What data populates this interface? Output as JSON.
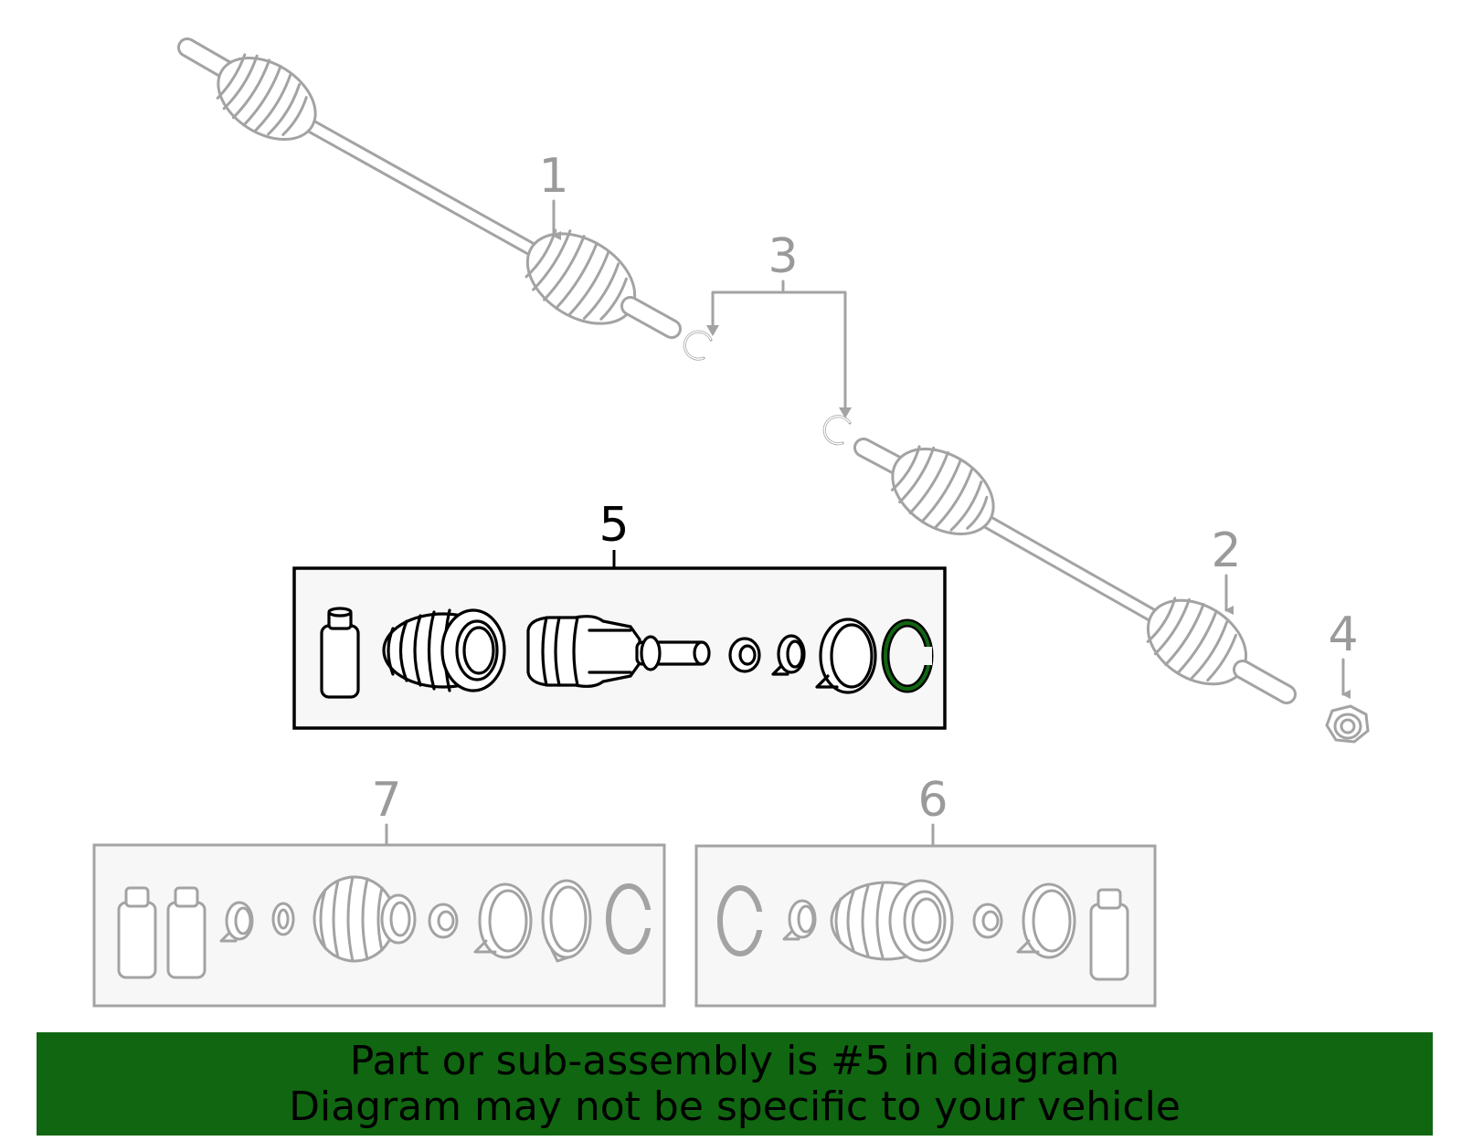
{
  "callouts": {
    "c1": "1",
    "c2": "2",
    "c3": "3",
    "c4": "4",
    "c5": "5",
    "c6": "6",
    "c7": "7"
  },
  "highlighted_callout": "5",
  "banner": {
    "line1": "Part or sub-assembly is #5 in diagram",
    "line2": "Diagram may not be specific to your vehicle"
  },
  "colors": {
    "banner_background": "#116611",
    "highlight": "#000000",
    "inactive": "#a3a3a3",
    "panel_background": "#f7f7f7",
    "ring_accent": "#116611"
  }
}
